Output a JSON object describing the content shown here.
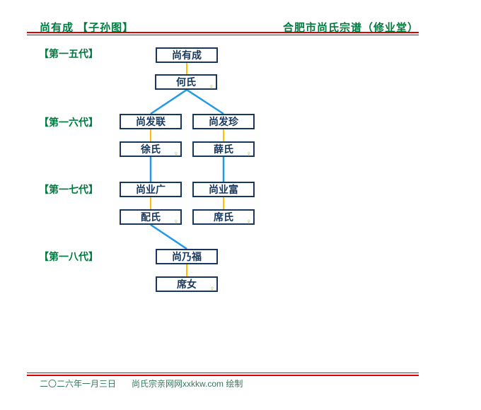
{
  "header": {
    "left_title": "尚有成 【子孙图】",
    "right_title": "合肥市尚氏宗谱（修业堂）"
  },
  "generations": [
    {
      "label": "【第一五代】"
    },
    {
      "label": "【第一六代】"
    },
    {
      "label": "【第一七代】"
    },
    {
      "label": "【第一八代】"
    }
  ],
  "tree": {
    "nodes": [
      {
        "name": "尚有成",
        "gender": "male",
        "generation": "第一五代"
      },
      {
        "name": "何氏",
        "gender": "female",
        "generation": "第一五代"
      },
      {
        "name": "尚发联",
        "gender": "male",
        "generation": "第一六代"
      },
      {
        "name": "尚发珍",
        "gender": "male",
        "generation": "第一六代"
      },
      {
        "name": "徐氏",
        "gender": "female",
        "generation": "第一六代"
      },
      {
        "name": "薛氏",
        "gender": "female",
        "generation": "第一六代"
      },
      {
        "name": "尚业广",
        "gender": "male",
        "generation": "第一七代"
      },
      {
        "name": "尚业富",
        "gender": "male",
        "generation": "第一七代"
      },
      {
        "name": "配氏",
        "gender": "female",
        "generation": "第一七代"
      },
      {
        "name": "席氏",
        "gender": "female",
        "generation": "第一七代"
      },
      {
        "name": "尚乃福",
        "gender": "male",
        "generation": "第一八代"
      },
      {
        "name": "席女",
        "gender": "female",
        "generation": "第一八代"
      }
    ],
    "spouse_pairs": [
      [
        "尚有成",
        "何氏"
      ],
      [
        "尚发联",
        "徐氏"
      ],
      [
        "尚发珍",
        "薛氏"
      ],
      [
        "尚业广",
        "配氏"
      ],
      [
        "尚业富",
        "席氏"
      ],
      [
        "尚乃福",
        "席女"
      ]
    ],
    "descent": [
      {
        "parent": "何氏",
        "children": [
          "尚发联",
          "尚发珍"
        ]
      },
      {
        "parent": "徐氏",
        "children": [
          "尚业广"
        ]
      },
      {
        "parent": "薛氏",
        "children": [
          "尚业富"
        ]
      },
      {
        "parent": "配氏",
        "children": [
          "尚乃福"
        ]
      }
    ]
  },
  "icons": {
    "female_marker": "♀"
  },
  "colors": {
    "title_green": "#007B40",
    "box_navy": "#17375E",
    "rule_red": "#DD0000",
    "spouse_line_yellow": "#FFC000",
    "descent_line_blue": "#1E9AE9",
    "female_marker_green": "#9DC53C"
  },
  "footer": {
    "date": "二〇二六年一月三日",
    "credit": "尚氏宗亲网网xxkkw.com 绘制"
  }
}
